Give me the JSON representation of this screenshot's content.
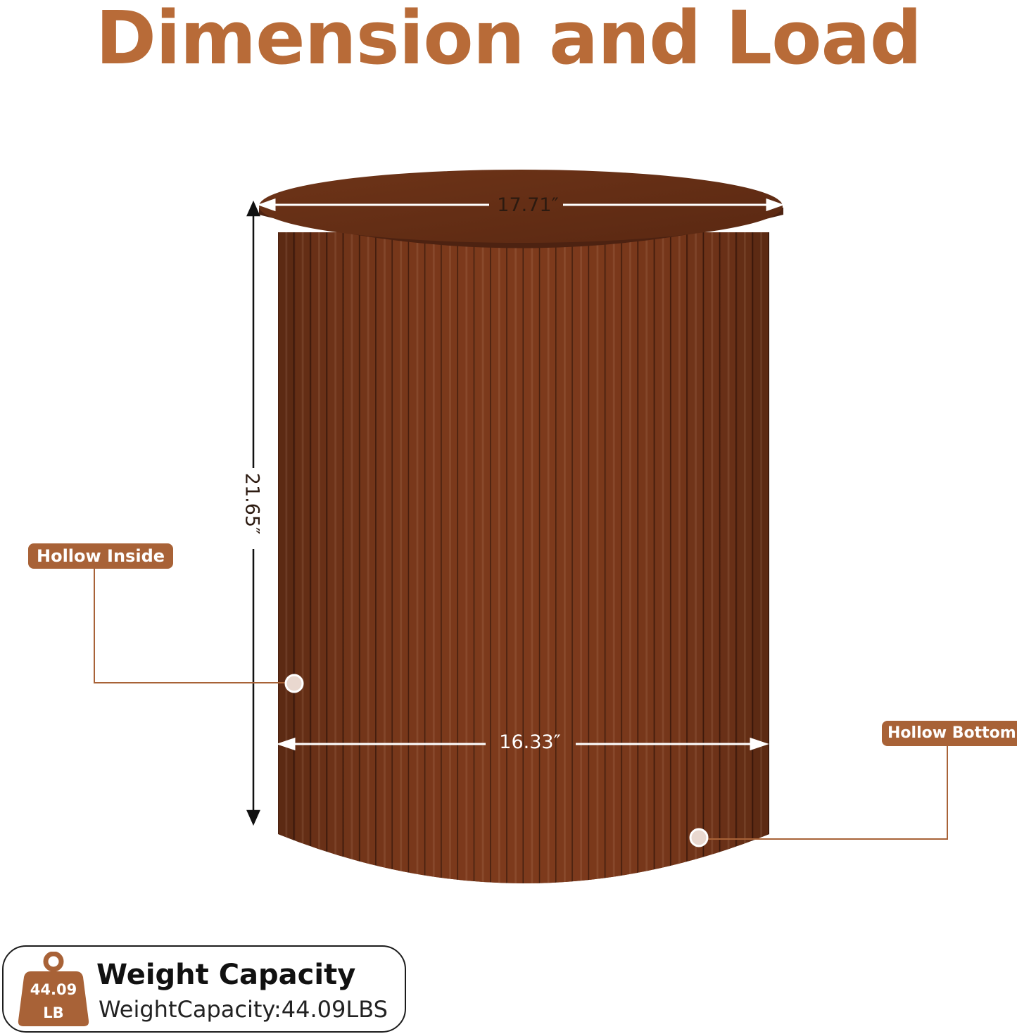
{
  "title": "Dimension and Load",
  "dimensions": {
    "top_diameter": "17.71″",
    "height": "21.65″",
    "bottom_diameter": "16.33″"
  },
  "callouts": {
    "hollow_inside": "Hollow Inside",
    "hollow_bottom": "Hollow Bottom"
  },
  "weight": {
    "heading": "Weight Capacity",
    "detail": "WeightCapacity:44.09LBS",
    "icon_value": "44.09",
    "icon_unit": "LB"
  },
  "colors": {
    "accent": "#B86B38",
    "wood": "#6B341C",
    "pill": "#A86237"
  }
}
